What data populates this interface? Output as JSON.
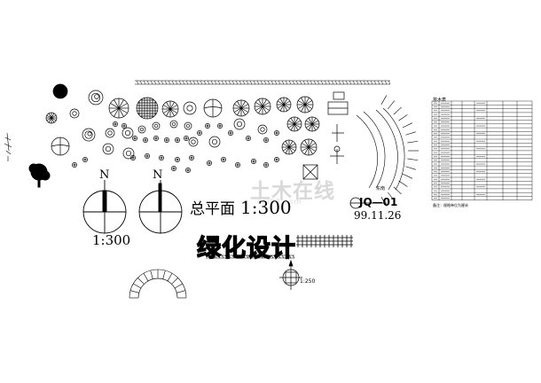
{
  "drawing": {
    "title": "总平面",
    "title_scale": "1:300",
    "side_scale": "1:300",
    "heading": "绿化设计",
    "drawing_no": "JQ—01",
    "date": "99.11.26",
    "small_label": "东南",
    "north_letter_1": "N",
    "north_letter_2": "N",
    "compass_scale": "1:250"
  },
  "watermark": {
    "text": "土木在线",
    "sub": "coi88.com"
  },
  "legend": {
    "title": "苗木表",
    "notes": "备注：规格单位为厘米"
  },
  "colors": {
    "ink": "#000000",
    "paper": "#ffffff",
    "watermark": "#d9d9d9"
  }
}
